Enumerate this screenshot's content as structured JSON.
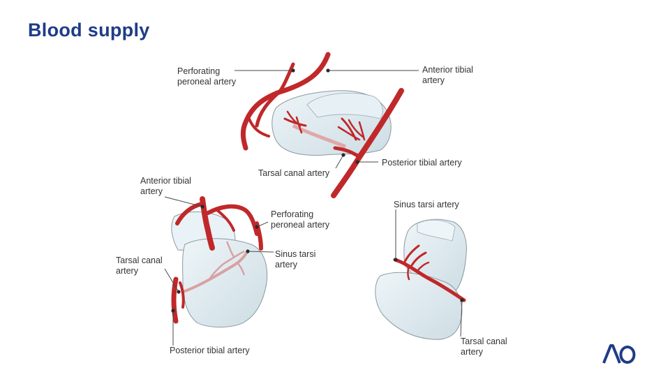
{
  "slide": {
    "title": "Blood supply"
  },
  "figures": {
    "top": {
      "labels": {
        "perforating_peroneal": [
          "Perforating",
          "peroneal artery"
        ],
        "anterior_tibial": [
          "Anterior tibial",
          "artery"
        ],
        "tarsal_canal": "Tarsal canal artery",
        "posterior_tibial": "Posterior tibial artery"
      }
    },
    "left": {
      "labels": {
        "anterior_tibial": [
          "Anterior tibial",
          "artery"
        ],
        "perforating_peroneal": [
          "Perforating",
          "peroneal artery"
        ],
        "sinus_tarsi": [
          "Sinus tarsi",
          "artery"
        ],
        "tarsal_canal": [
          "Tarsal canal",
          "artery"
        ],
        "posterior_tibial": "Posterior tibial artery"
      }
    },
    "right": {
      "labels": {
        "sinus_tarsi": "Sinus tarsi artery",
        "tarsal_canal": [
          "Tarsal canal",
          "artery"
        ]
      }
    }
  },
  "logo": {
    "text": "AO",
    "icon": "ao-foundation-logo",
    "color": "#1f3c88"
  },
  "colors": {
    "title": "#1f3c88",
    "artery": "#c0282a",
    "bone": "#dde9ee",
    "bone_outline": "#8a9aa2",
    "leader_line": "#4a4a4a"
  }
}
